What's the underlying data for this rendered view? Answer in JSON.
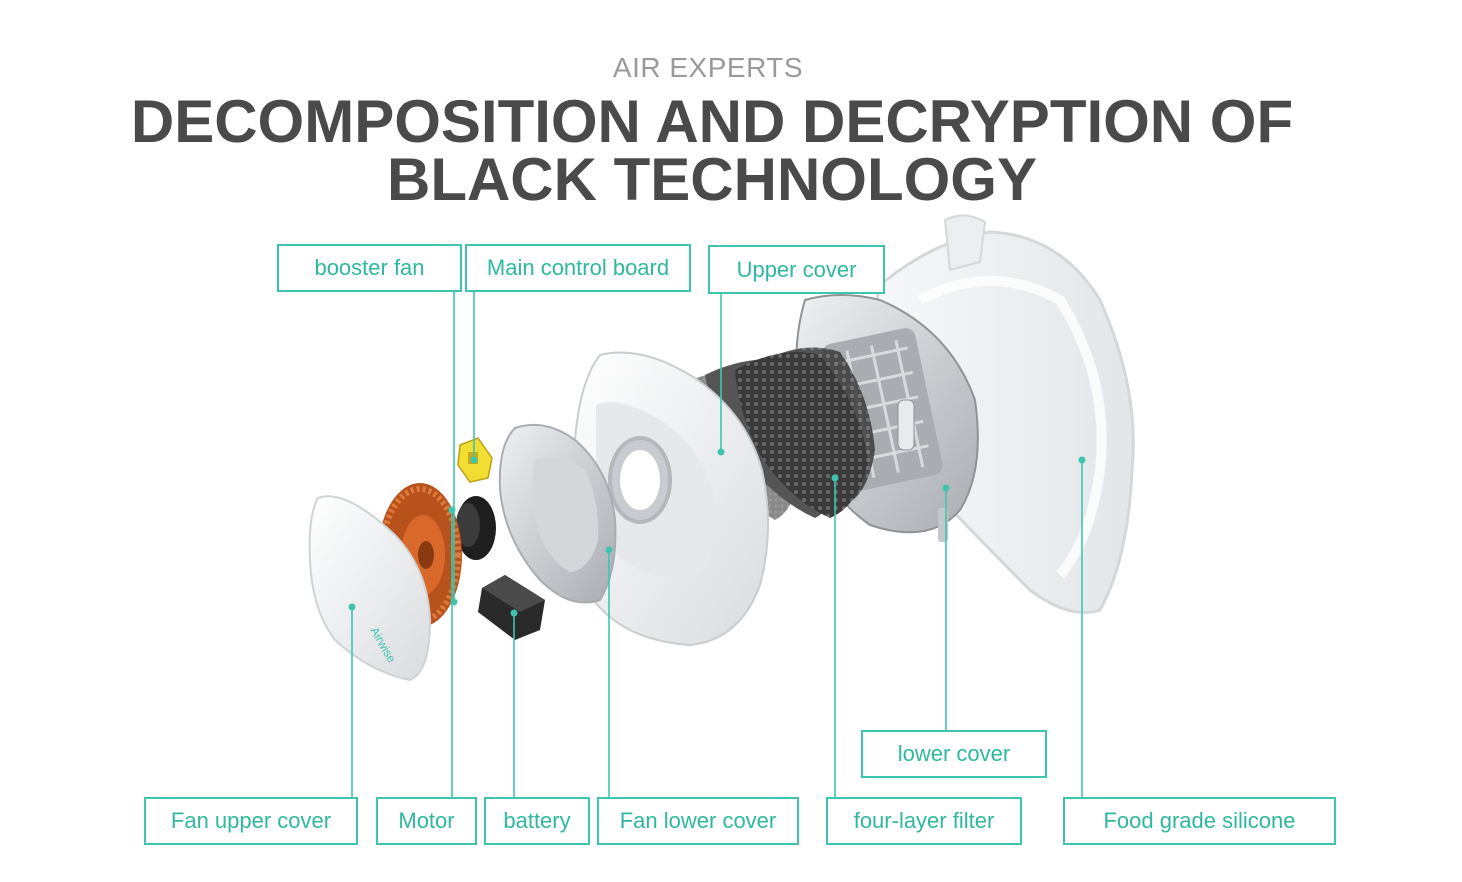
{
  "header": {
    "eyebrow": "AIR EXPERTS",
    "title_line1": "DECOMPOSITION AND DECRYPTION OF",
    "title_line2": "BLACK TECHNOLOGY"
  },
  "colors": {
    "accent": "#3fc5ad",
    "label_text": "#2fb89f",
    "title": "#4a4a4a",
    "eyebrow": "#9a9a9a"
  },
  "product": {
    "brand_mark": "Airwise"
  },
  "labels": {
    "booster_fan": "booster fan",
    "main_control_board": "Main control board",
    "upper_cover": "Upper cover",
    "lower_cover": "lower cover",
    "fan_upper_cover": "Fan upper cover",
    "motor": "Motor",
    "battery": "battery",
    "fan_lower_cover": "Fan lower cover",
    "four_layer_filter": "four-layer filter",
    "food_grade_silicone": "Food grade silicone"
  }
}
